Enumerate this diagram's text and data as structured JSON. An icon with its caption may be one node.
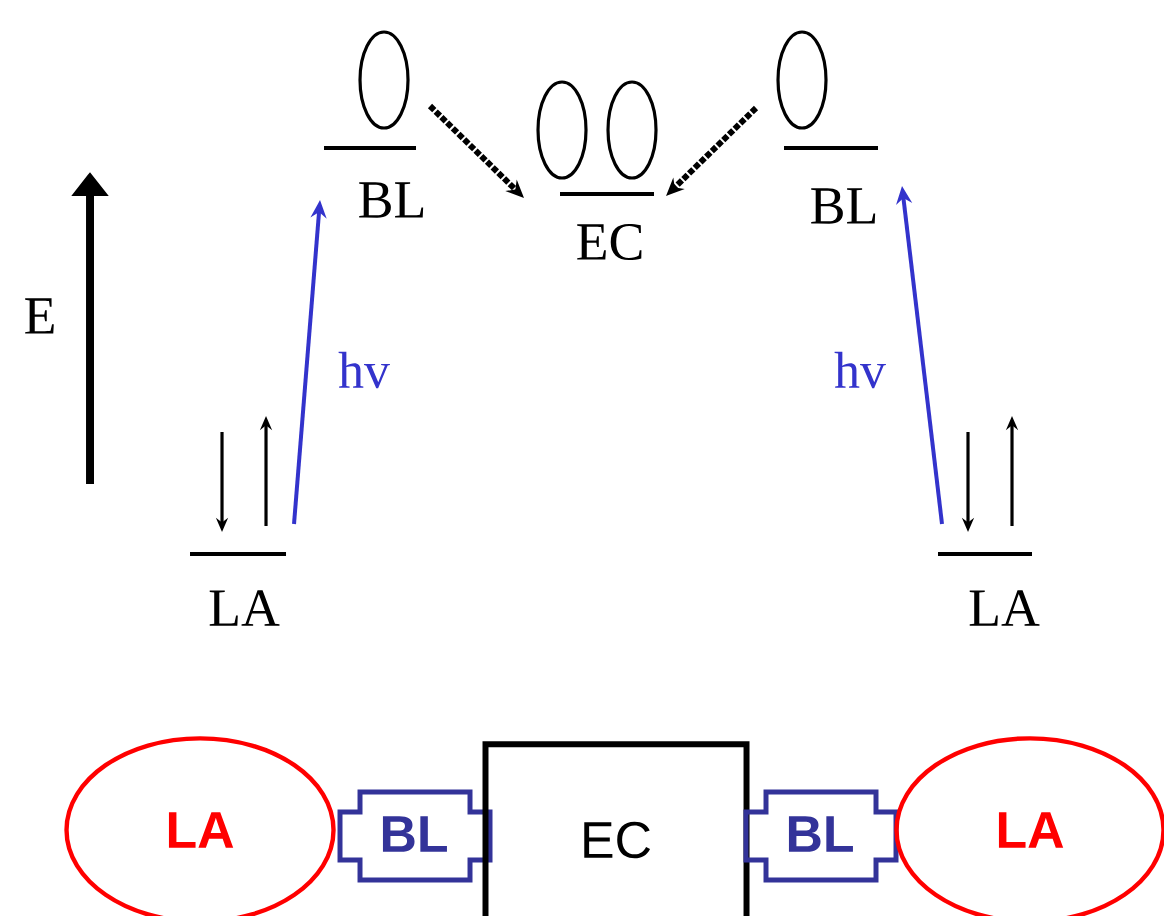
{
  "diagram": {
    "nodes": [
      {
        "text": [
          "BL"
        ]
      },
      {
        "text": [
          "EC"
        ]
      },
      {
        "text": [
          "BL"
        ]
      },
      {
        "text": [
          "LA"
        ]
      },
      {
        "text": [
          "LA"
        ]
      },
      {
        "text": [
          "LA"
        ]
      },
      {
        "text": [
          "BL"
        ]
      },
      {
        "text": [
          "EC"
        ]
      },
      {
        "text": [
          "BL"
        ]
      },
      {
        "text": [
          "LA"
        ]
      }
    ],
    "edges": [
      {
        "from": 3,
        "to": 0,
        "arrow": "to",
        "label": "hv",
        "color": "#3333cc"
      },
      {
        "from": 4,
        "to": 2,
        "arrow": "to",
        "label": "hv",
        "color": "#3333cc"
      },
      {
        "from": 0,
        "to": 1,
        "arrow": "to",
        "style": "dashed",
        "color": "#000000"
      },
      {
        "from": 2,
        "to": 1,
        "arrow": "to",
        "style": "dashed",
        "color": "#000000"
      }
    ],
    "labels": [
      "E"
    ]
  }
}
